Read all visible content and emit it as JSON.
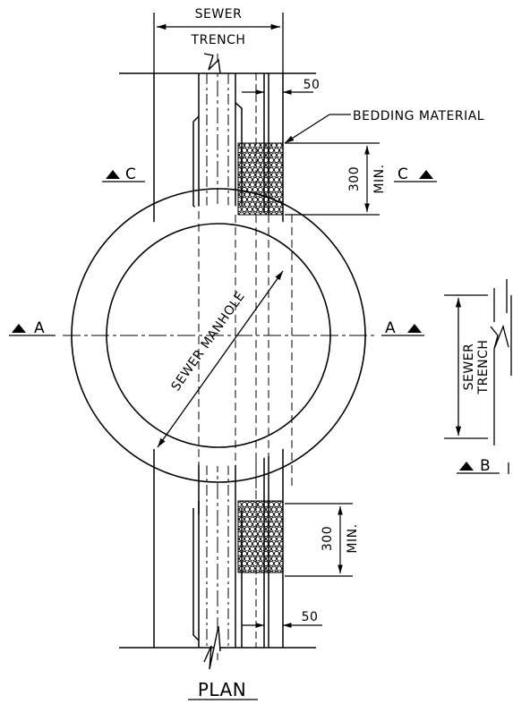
{
  "labels": {
    "sewer_trench_top_line1": "SEWER",
    "sewer_trench_top_line2": "TRENCH",
    "bedding_material": "BEDDING MATERIAL",
    "dim_50_top": "50",
    "dim_50_bottom": "50",
    "dim_300_top": "300",
    "dim_min_top": "MIN.",
    "dim_300_bottom": "300",
    "dim_min_bottom": "MIN.",
    "section_c_left": "C",
    "section_c_right": "C",
    "section_a_left": "A",
    "section_a_right": "A",
    "section_b": "B",
    "sewer_manhole": "SEWER MANHOLE",
    "sewer_trench_side_line1": "SEWER",
    "sewer_trench_side_line2": "TRENCH",
    "plan_title": "PLAN"
  },
  "colors": {
    "line": "#000000",
    "background": "#ffffff"
  }
}
